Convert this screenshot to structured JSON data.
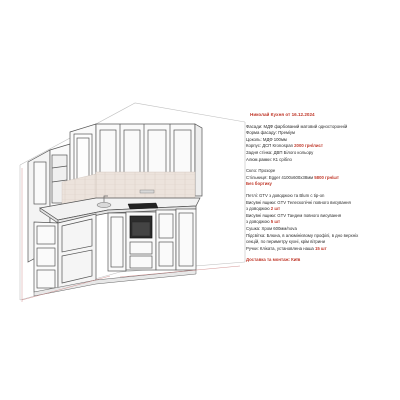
{
  "title": "Николай Кухня от 16.12.2024",
  "specs": {
    "facade": "Фасади: МДФ фарбований матовий односторонній",
    "facade_form": "Форма фасаду: Преміум",
    "plinth": "Цоколь: МДФ 100мм",
    "body_k": "Корпус:",
    "body_v": " ДСП Кronospan ",
    "body_price": "2000 грн/лист",
    "back": "Задня стінка: ДВП Білого кольору",
    "alum": "Алюм.рамки: К1 срібло",
    "glass": "Скло: Прозоре",
    "counter_k": "Стільниця:",
    "counter_v": " Egger 4100х600х38мм ",
    "counter_price": "5800 грн/шт",
    "no_backsplash": "Без бортику",
    "hinges": "Петлі: GTV з доводжою та Blum с tip-on",
    "drawers1": "Висувні ящики: GTV Телескопічні повного висування",
    "drawers1b_a": "з доводжою ",
    "drawers1b_b": "2 шт",
    "drawers2": "Висувні ящики: GTV Тандем повного висування",
    "drawers2b_a": "з доводжою ",
    "drawers2b_b": "5 шт",
    "dryer": "Сушка: Хром 600мм/nova",
    "light1": "Підсвітка: Блюна, в алюмінієвому профілі, в дно верхніх",
    "light2": "секцій, по периметру кухні, крім вітрини",
    "handles_a": "Ручки: Кліката, установлена наша ",
    "handles_b": "15 шт",
    "delivery": "Доставка та монтаж: Київ"
  },
  "colors": {
    "accent": "#c0392b",
    "cabinet_line": "#555555",
    "tile": "#e8ddd6"
  }
}
